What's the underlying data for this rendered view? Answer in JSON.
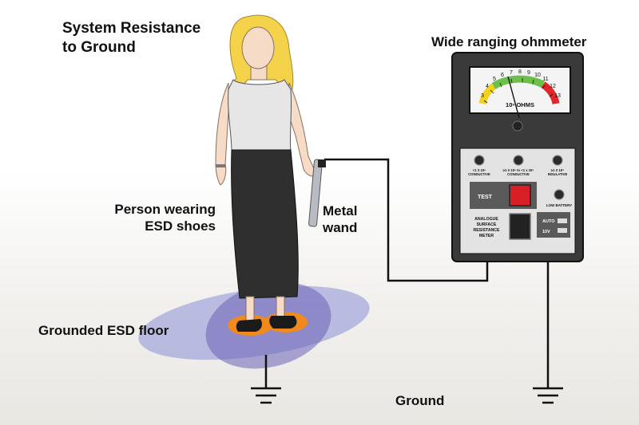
{
  "title_lines": [
    "System Resistance",
    "to Ground"
  ],
  "labels": {
    "ohmmeter": "Wide ranging ohmmeter",
    "person_lines": [
      "Person wearing",
      "ESD shoes"
    ],
    "wand_lines": [
      "Metal",
      "wand"
    ],
    "floor": "Grounded ESD floor",
    "ground": "Ground"
  },
  "meter": {
    "scale_numbers": [
      "3",
      "4",
      "5",
      "6",
      "7",
      "8",
      "9",
      "10",
      "11",
      "12",
      "13"
    ],
    "scale_unit": "10ⁿ OHMS",
    "indicators": [
      {
        "lines": [
          "<1 X 10⁶",
          "CONDUCTIVE"
        ]
      },
      {
        "lines": [
          "≥1 X 10⁶ to <1 x 10⁹",
          "CONDUCTIVE"
        ]
      },
      {
        "lines": [
          "≥1 X 10⁹",
          "INSULATIVE"
        ]
      }
    ],
    "test_label": "TEST",
    "low_battery_label": "LOW BATTERY",
    "description_lines": [
      "ANALOGUE",
      "SURFACE",
      "RESISTANCE",
      "METER"
    ],
    "switch_top": "AUTO",
    "switch_bottom": "10V"
  },
  "colors": {
    "meter_body": "#3a3a3a",
    "dial_yellow": "#f2d21c",
    "dial_green": "#6cc04a",
    "dial_red": "#e0262b",
    "test_button": "#d81f26",
    "floor_outer": "#8a8fd6",
    "floor_inner": "#6b63b8",
    "shoe_glow": "#f08a1e",
    "hair": "#f4d24a",
    "skirt": "#2f2f2f"
  }
}
